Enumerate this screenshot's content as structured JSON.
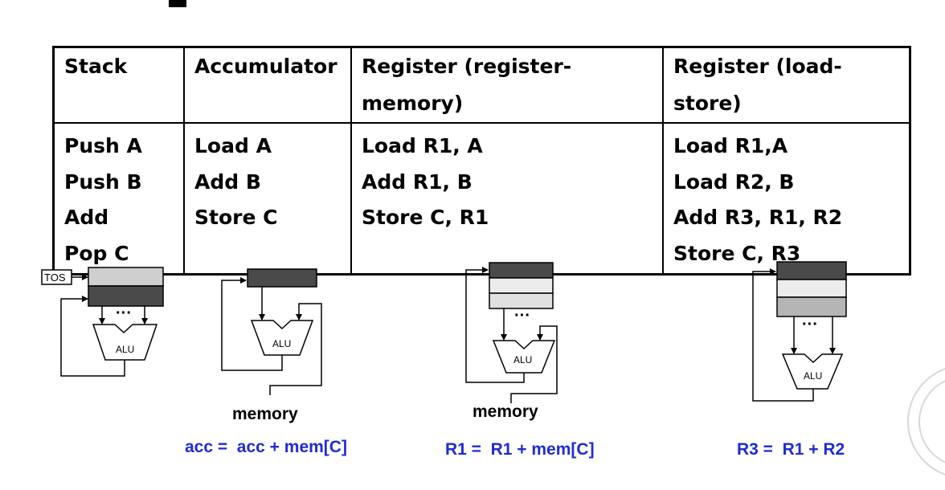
{
  "table": {
    "headers": [
      "Stack",
      "Accumulator",
      "Register (register-memory)",
      "Register (load-store)"
    ],
    "columns": [
      [
        "Push A",
        "Push B",
        "Add",
        "Pop C"
      ],
      [
        "Load A",
        "Add B",
        "Store C"
      ],
      [
        "Load R1, A",
        "Add R1, B",
        "Store C, R1"
      ],
      [
        "Load R1,A",
        "Load R2, B",
        "Add R3, R1, R2",
        "Store C, R3"
      ]
    ]
  },
  "diagrams": {
    "tos_label": "TOS",
    "alu_label": "ALU",
    "dots": "···",
    "memory_label": "memory",
    "equations": {
      "accumulator": "acc =  acc + mem[C]",
      "register_memory": "R1 =  R1 + mem[C]",
      "load_store": "R3 =  R1 + R2"
    }
  },
  "colors": {
    "equation": "#1f2bd6",
    "dark_register": "#4a4a4a",
    "light_register": "#c8c8c8",
    "pale_register": "#ececec",
    "mid_register": "#b5b5b5"
  }
}
